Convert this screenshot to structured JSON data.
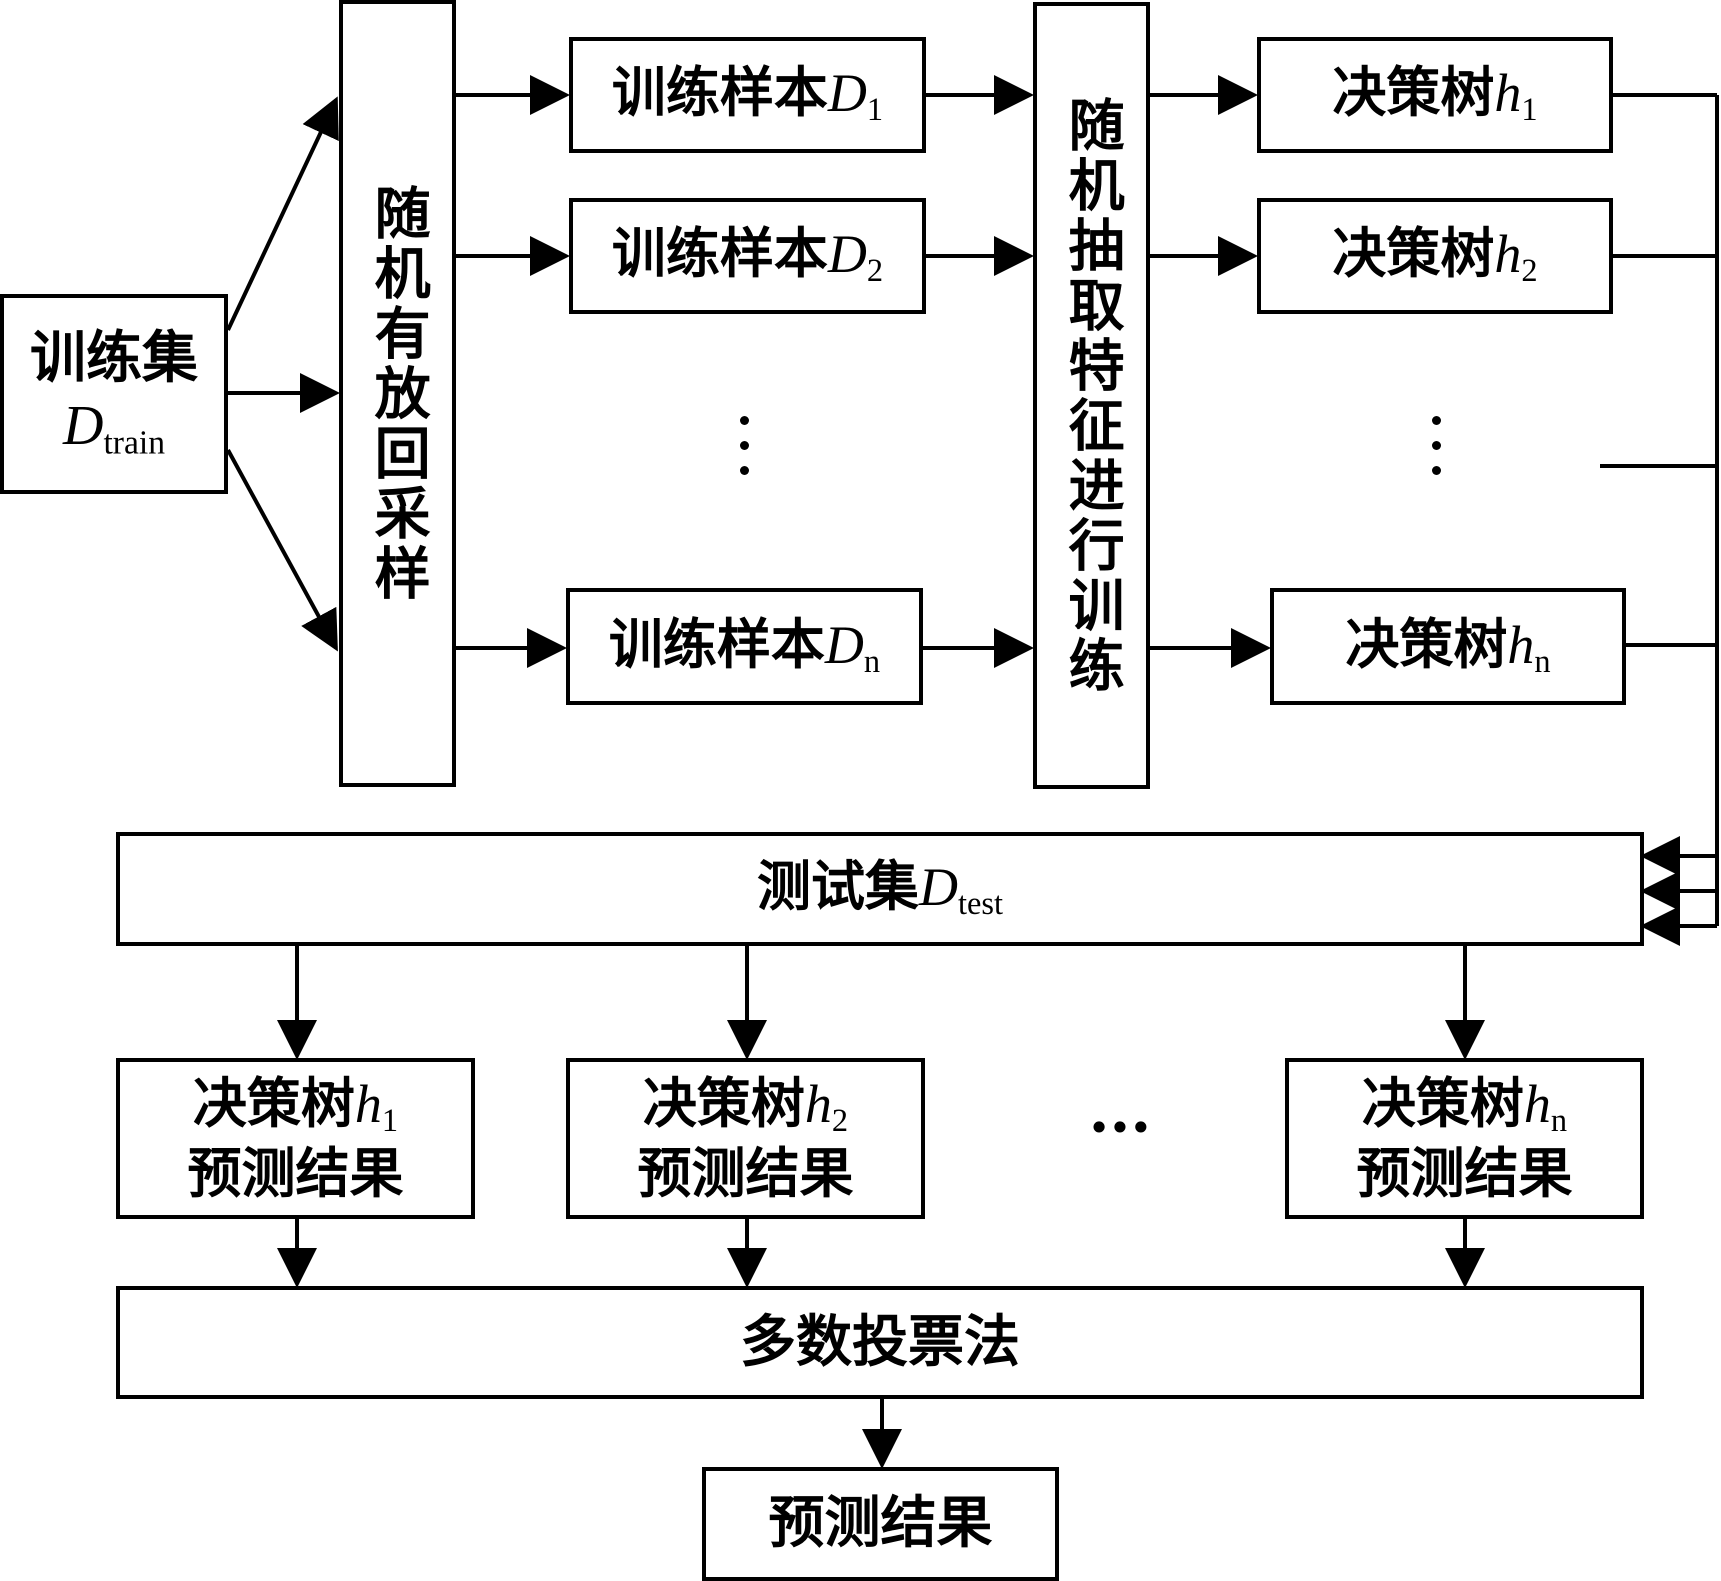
{
  "train_set": {
    "label": "训练集",
    "sym": "D",
    "sub": "train"
  },
  "bootstrap": {
    "label": "随机有放回采样"
  },
  "samples": [
    {
      "label": "训练样本",
      "sym": "D",
      "sub": "1"
    },
    {
      "label": "训练样本",
      "sym": "D",
      "sub": "2"
    },
    {
      "label": "训练样本",
      "sym": "D",
      "sub": "n"
    }
  ],
  "feature_select": {
    "label": "随机抽取特征进行训练"
  },
  "trees": [
    {
      "label": "决策树",
      "sym": "h",
      "sub": "1"
    },
    {
      "label": "决策树",
      "sym": "h",
      "sub": "2"
    },
    {
      "label": "决策树",
      "sym": "h",
      "sub": "n"
    }
  ],
  "test_set": {
    "label": "测试集",
    "sym": "D",
    "sub": "test"
  },
  "predictions": [
    {
      "label": "决策树",
      "sym": "h",
      "sub": "1",
      "result": "预测结果"
    },
    {
      "label": "决策树",
      "sym": "h",
      "sub": "2",
      "result": "预测结果"
    },
    {
      "label": "决策树",
      "sym": "h",
      "sub": "n",
      "result": "预测结果"
    }
  ],
  "ellipsis": {
    "vertical": "⋮",
    "horizontal": "···"
  },
  "vote": {
    "label": "多数投票法"
  },
  "final": {
    "label": "预测结果"
  }
}
